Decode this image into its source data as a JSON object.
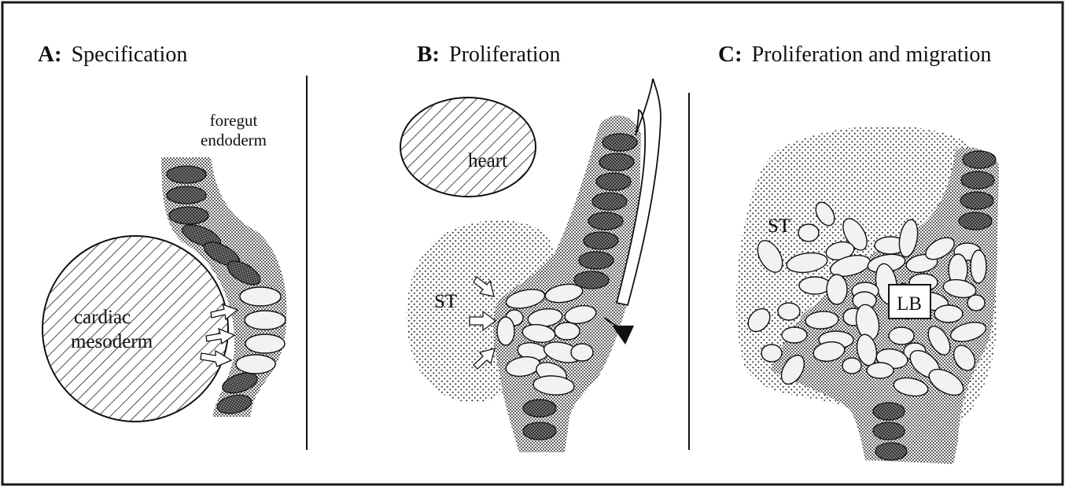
{
  "panels": [
    {
      "letter": "A:",
      "title": "Specification"
    },
    {
      "letter": "B:",
      "title": "Proliferation"
    },
    {
      "letter": "C:",
      "title": "Proliferation and migration"
    }
  ],
  "labels": {
    "foregut_line1": "foregut",
    "foregut_line2": "endoderm",
    "cardiac_line1": "cardiac",
    "cardiac_line2": "mesoderm",
    "heart": "heart",
    "st": "ST",
    "lb": "LB"
  },
  "colors": {
    "background": "#ffffff",
    "frame": "#1a1a1a",
    "endoderm_cell": "#555555",
    "hepatoblast": "#f2f2f2",
    "stipple": "#333333"
  }
}
